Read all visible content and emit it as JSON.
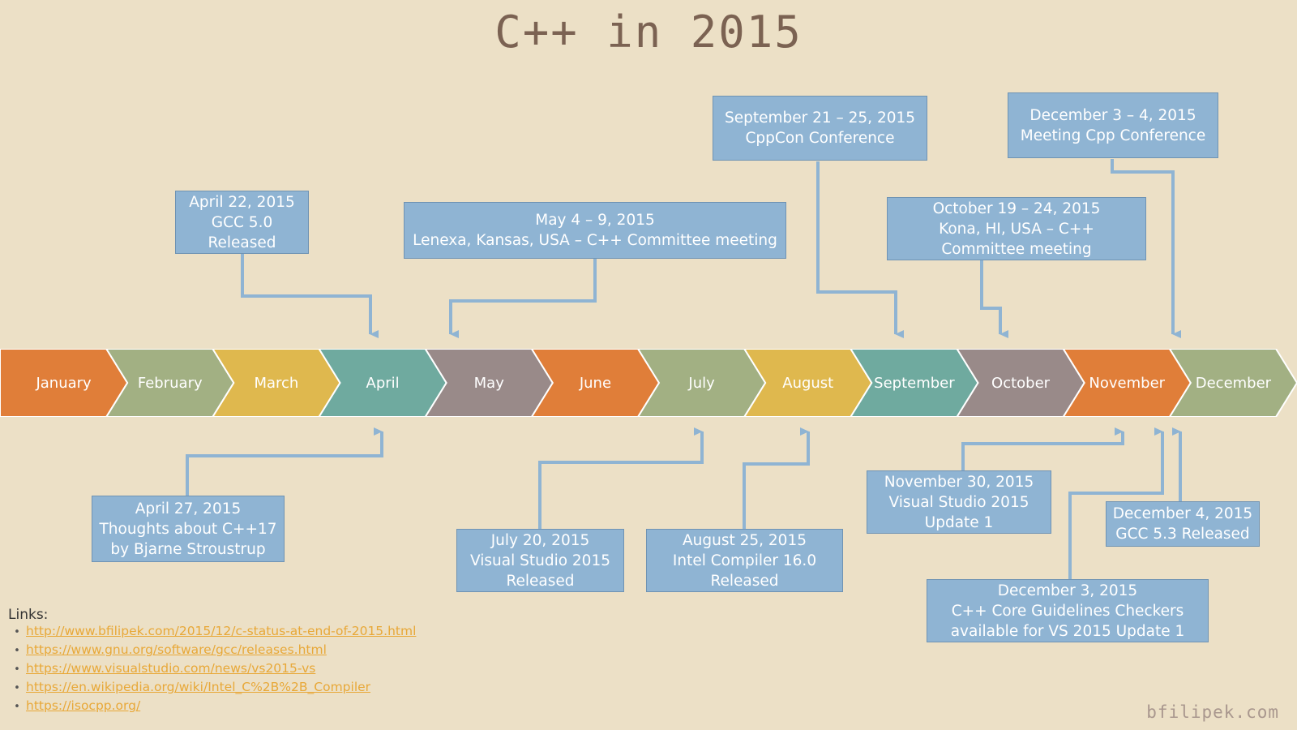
{
  "page": {
    "title": "C++ in 2015",
    "background_color": "#ece0c6",
    "title_color": "#7b6252",
    "watermark": "bfilipek.com"
  },
  "timeline": {
    "palette": [
      "#e07e39",
      "#a2b083",
      "#dfb84e",
      "#6faa9f",
      "#998a89"
    ],
    "label_color": "#ffffff",
    "months": [
      {
        "label": "January",
        "color": "#e07e39"
      },
      {
        "label": "February",
        "color": "#a2b083"
      },
      {
        "label": "March",
        "color": "#dfb84e"
      },
      {
        "label": "April",
        "color": "#6faa9f"
      },
      {
        "label": "May",
        "color": "#998a89"
      },
      {
        "label": "June",
        "color": "#e07e39"
      },
      {
        "label": "July",
        "color": "#a2b083"
      },
      {
        "label": "August",
        "color": "#dfb84e"
      },
      {
        "label": "September",
        "color": "#6faa9f"
      },
      {
        "label": "October",
        "color": "#998a89"
      },
      {
        "label": "November",
        "color": "#e07e39"
      },
      {
        "label": "December",
        "color": "#a2b083"
      }
    ]
  },
  "callouts": {
    "box_fill": "#8fb4d3",
    "box_border": "#6f93b3",
    "connector_color": "#8fb4d3",
    "items": [
      {
        "id": "cppcon",
        "lines": [
          "September 21 – 25, 2015",
          "CppCon Conference"
        ],
        "position": "above",
        "month": "September"
      },
      {
        "id": "meeting-cpp",
        "lines": [
          "December 3 – 4, 2015",
          "Meeting Cpp Conference"
        ],
        "position": "above",
        "month": "December"
      },
      {
        "id": "gcc-50",
        "lines": [
          "April 22, 2015",
          "GCC 5.0",
          "Released"
        ],
        "position": "above",
        "month": "April"
      },
      {
        "id": "lenexa",
        "lines": [
          "May 4 – 9, 2015",
          "Lenexa, Kansas, USA – C++ Committee meeting"
        ],
        "position": "above",
        "month": "May"
      },
      {
        "id": "kona",
        "lines": [
          "October 19 – 24, 2015",
          "Kona, HI, USA – C++",
          "Committee meeting"
        ],
        "position": "above",
        "month": "October"
      },
      {
        "id": "cpp17-thoughts",
        "lines": [
          "April 27, 2015",
          "Thoughts about C++17",
          "by Bjarne Stroustrup"
        ],
        "position": "below",
        "month": "April"
      },
      {
        "id": "vs2015-released",
        "lines": [
          "July 20, 2015",
          "Visual Studio 2015",
          "Released"
        ],
        "position": "below",
        "month": "July"
      },
      {
        "id": "intel-compiler",
        "lines": [
          "August 25, 2015",
          "Intel Compiler 16.0",
          "Released"
        ],
        "position": "below",
        "month": "August"
      },
      {
        "id": "vs2015-update1",
        "lines": [
          "November 30, 2015",
          "Visual Studio 2015",
          "Update 1"
        ],
        "position": "below",
        "month": "November"
      },
      {
        "id": "gcc-53",
        "lines": [
          "December 4, 2015",
          "GCC 5.3 Released"
        ],
        "position": "below",
        "month": "December"
      },
      {
        "id": "core-guidelines",
        "lines": [
          "December 3, 2015",
          "C++ Core Guidelines Checkers",
          "available for VS 2015 Update 1"
        ],
        "position": "below",
        "month": "December"
      }
    ]
  },
  "links": {
    "title": "Links:",
    "bullet": "•",
    "color": "#e8a838",
    "items": [
      "http://www.bfilipek.com/2015/12/c-status-at-end-of-2015.html",
      "https://www.gnu.org/software/gcc/releases.html",
      "https://www.visualstudio.com/news/vs2015-vs",
      "https://en.wikipedia.org/wiki/Intel_C%2B%2B_Compiler",
      "https://isocpp.org/"
    ]
  }
}
